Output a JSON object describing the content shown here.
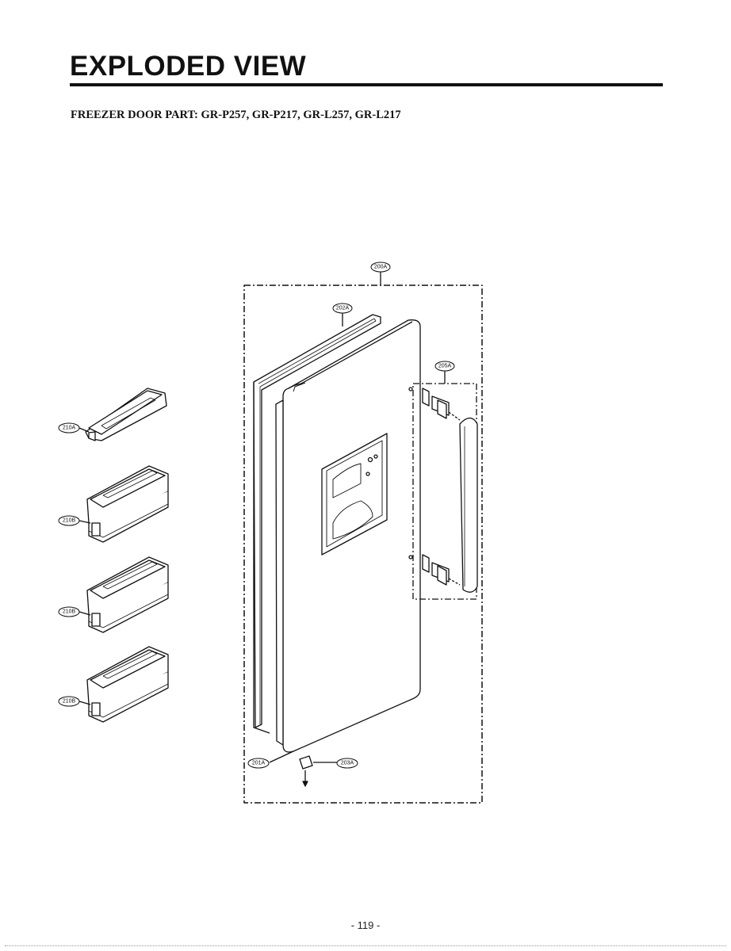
{
  "page": {
    "title": "EXPLODED VIEW",
    "subtitle": "FREEZER DOOR PART: GR-P257, GR-P217, GR-L257, GR-L217",
    "page_number": "- 119 -"
  },
  "diagram": {
    "callouts": {
      "door_assembly": "200A",
      "gasket": "202A",
      "handle_assembly": "205A",
      "door_foam": "201A",
      "hinge_cap": "203A",
      "basket_small": "210A",
      "basket_1": "210B",
      "basket_2": "210B",
      "basket_3": "210B"
    }
  }
}
